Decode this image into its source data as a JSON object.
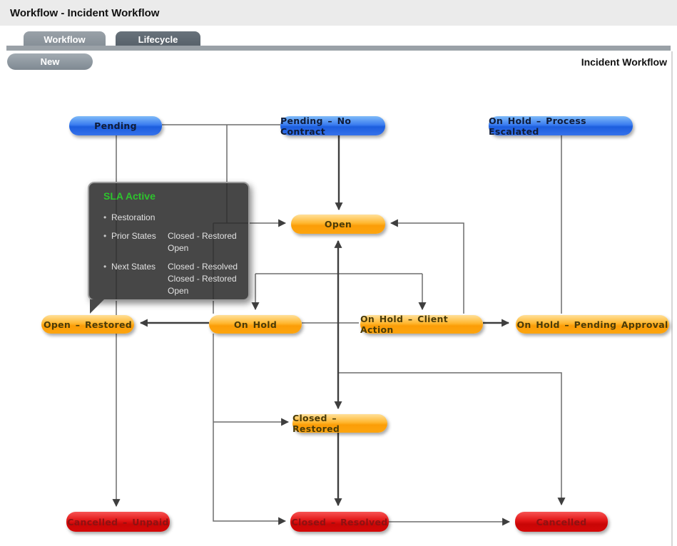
{
  "window": {
    "title": "Workflow - Incident Workflow"
  },
  "tabs": [
    {
      "label": "Workflow",
      "active": true
    },
    {
      "label": "Lifecycle",
      "active": false
    }
  ],
  "toolbar": {
    "new_label": "New",
    "context_label": "Incident Workflow"
  },
  "diagram": {
    "nodes": [
      {
        "id": "pending",
        "label": "Pending",
        "color": "blue"
      },
      {
        "id": "pending-no-contract",
        "label": "Pending – No Contract",
        "color": "blue"
      },
      {
        "id": "on-hold-process-escalated",
        "label": "On Hold – Process Escalated",
        "color": "blue"
      },
      {
        "id": "open",
        "label": "Open",
        "color": "orange"
      },
      {
        "id": "open-restored",
        "label": "Open – Restored",
        "color": "orange"
      },
      {
        "id": "on-hold",
        "label": "On Hold",
        "color": "orange"
      },
      {
        "id": "on-hold-client-action",
        "label": "On Hold – Client Action",
        "color": "orange"
      },
      {
        "id": "on-hold-pending-approval",
        "label": "On Hold – Pending Approval",
        "color": "orange"
      },
      {
        "id": "closed-restored",
        "label": "Closed – Restored",
        "color": "orange"
      },
      {
        "id": "cancelled-unpaid",
        "label": "Cancelled – Unpaid",
        "color": "red"
      },
      {
        "id": "closed-resolved",
        "label": "Closed – Resolved",
        "color": "red"
      },
      {
        "id": "cancelled",
        "label": "Cancelled",
        "color": "red"
      }
    ],
    "tooltip": {
      "title": "SLA Active",
      "bullet": "•",
      "rows": [
        {
          "label": "Restoration",
          "values": []
        },
        {
          "label": "Prior States",
          "values": [
            "Closed - Restored",
            "Open"
          ]
        },
        {
          "label": "Next States",
          "values": [
            "Closed - Resolved",
            "Closed - Restored",
            "Open"
          ]
        }
      ]
    },
    "colors": {
      "blue_node": "#2c6ce6",
      "orange_node": "#fba315",
      "red_node": "#d21010",
      "tooltip_title_green": "#2dc42d",
      "edge_light": "#6d6d6d",
      "edge_bold": "#3e3e3e"
    }
  }
}
